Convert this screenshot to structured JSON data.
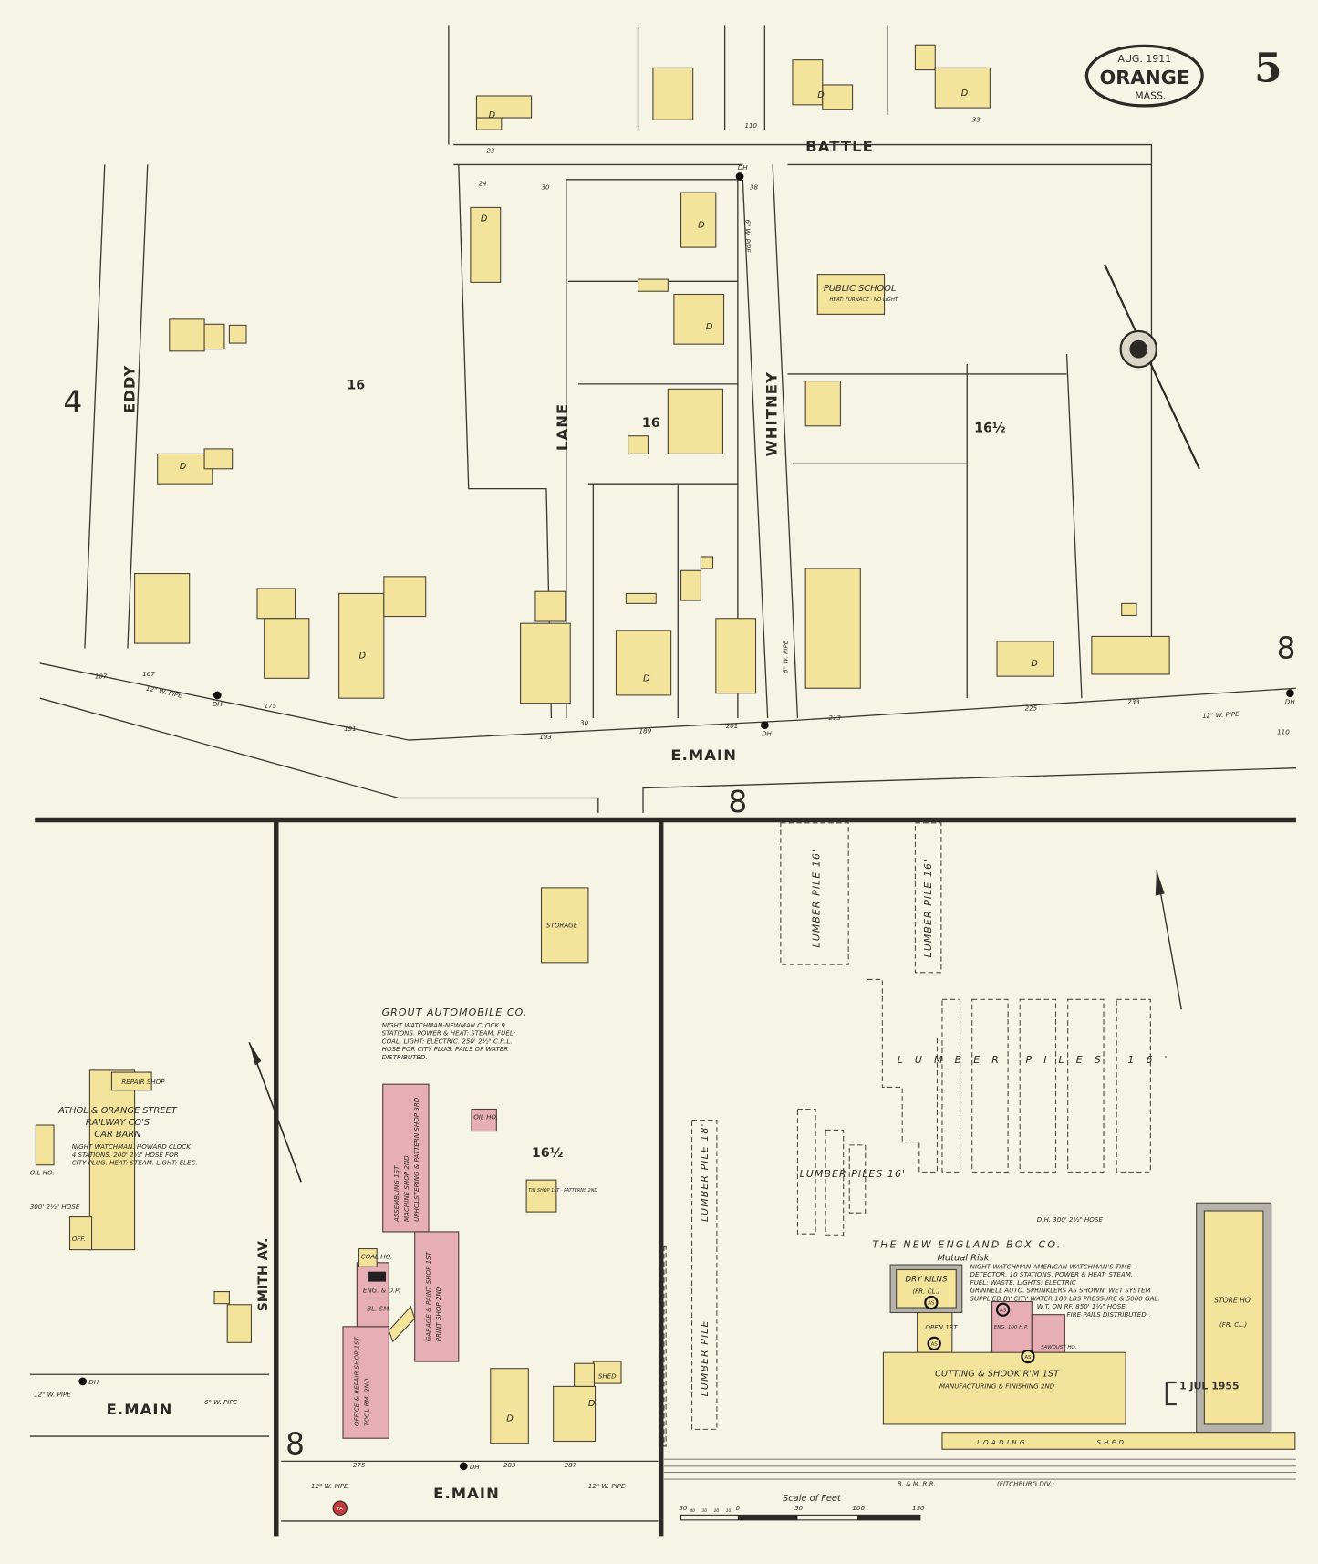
{
  "title_block": {
    "date": "AUG. 1911",
    "town": "ORANGE",
    "state": "MASS."
  },
  "sheet_number": "5",
  "adjoining_sheets": {
    "left": "4",
    "right": "8",
    "top_bottom_divider": "8",
    "bottom_left": "8"
  },
  "streets": {
    "battle": "BATTLE",
    "eddy": "EDDY",
    "lane": "LANE",
    "whitney": "WHITNEY",
    "e_main_top": "E.MAIN",
    "e_main_bottom_left": "E.MAIN",
    "e_main_bottom_center": "E.MAIN",
    "smith_av": "SMITH AV."
  },
  "block_numbers": [
    "16",
    "16",
    "16½",
    "16½"
  ],
  "house_numbers": [
    "23",
    "24",
    "30",
    "110",
    "33",
    "38",
    "107",
    "167",
    "175",
    "191",
    "193",
    "30",
    "189",
    "201",
    "213",
    "225",
    "233",
    "110",
    "275",
    "283",
    "287"
  ],
  "pipes": [
    "12\" W. PIPE",
    "6\" W. PIPE",
    "6\" W. PIPE",
    "12\" W. PIPE",
    "12\" W. PIPE",
    "6\" W. PIPE",
    "12\" W. PIPE",
    "12\" W. PIPE"
  ],
  "hydrant_label": "DH",
  "public_school": {
    "name": "PUBLIC SCHOOL",
    "note": "HEAT: FURNACE · NO LIGHT"
  },
  "dwelling_label": "D",
  "grout": {
    "name": "GROUT AUTOMOBILE CO.",
    "notes": [
      "NIGHT WATCHMAN-NEWMAN CLOCK 9",
      "STATIONS. POWER & HEAT: STEAM. FUEL:",
      "COAL. LIGHT: ELECTRIC. 250' 2½\" C.R.L.",
      "HOSE FOR CITY PLUG. PAILS OF WATER",
      "DISTRIBUTED."
    ],
    "buildings": {
      "assembling": [
        "ASSEMBLING 1ST",
        "MACHINE SHOP 2ND",
        "UPHOLSTERING & PATTERN SHOP 3RD"
      ],
      "garage": [
        "GARAGE & PAINT SHOP 1ST",
        "PRINT SHOP 2ND"
      ],
      "office": [
        "OFFICE & REPAIR SHOP 1ST",
        "TOOL RM. 2ND"
      ],
      "coal": "COAL HO.",
      "engine": "ENG. & D.P.",
      "blacksmith": "BL. SM.",
      "oil": "OIL HO.",
      "tin": "TIN SHOP 1ST · PATTERNS 2ND",
      "storage": "STORAGE",
      "shed": "SHED"
    }
  },
  "car_barn": {
    "name": [
      "ATHOL & ORANGE STREET",
      "RAILWAY CO'S",
      "CAR BARN"
    ],
    "notes": [
      "NIGHT WATCHMAN. HOWARD CLOCK",
      "4 STATIONS. 200' 2½\" HOSE FOR",
      "CITY PLUG. HEAT: STEAM. LIGHT: ELEC."
    ],
    "oil_house": "OIL HO.",
    "office": "OFF.",
    "repair": "REPAIR SHOP",
    "hose": "300' 2½\" HOSE"
  },
  "box_co": {
    "name": "THE NEW ENGLAND BOX CO.",
    "risk": "Mutual Risk",
    "notes": [
      "NIGHT WATCHMAN AMERICAN WATCHMAN'S TIME -",
      "DETECTOR. 10 STATIONS. POWER & HEAT: STEAM.",
      "FUEL: WASTE. LIGHTS: ELECTRIC",
      "GRINNELL AUTO. SPRINKLERS AS SHOWN. WET SYSTEM",
      "SUPPLIED BY CITY WATER 180 LBS PRESSURE & 5000 GAL.",
      "W.T. ON RF. 850' 1½\" HOSE.",
      "FIRE PAILS DISTRIBUTED."
    ],
    "dry_kilns": [
      "DRY KILNS",
      "(FR. CL.)"
    ],
    "cutting": [
      "CUTTING & SHOOK R'M 1ST",
      "MANUFACTURING & FINISHING 2ND"
    ],
    "store_ho": [
      "STORE HO.",
      "(FR. CL.)"
    ],
    "loading_shed": [
      "LOADING",
      "SHED"
    ],
    "engine": "ENG. 100 H.P.",
    "sawdust": "SAWDUST HO.",
    "open": "OPEN 1ST",
    "dh_hose": "D.H. 300' 2½\" HOSE",
    "sprinkler_mark": "AS"
  },
  "lumber_labels": [
    "LUMBER PILE 16'",
    "LUMBER PILE 16'",
    "LUMBER PILES 16'",
    "LUMBER PILES 16'",
    "LUMBER PILE 18'",
    "LUMBER PILE"
  ],
  "railroad": {
    "name": "B. & M. R.R.",
    "division": "(FITCHBURG DIV.)"
  },
  "scale": {
    "title": "Scale of Feet",
    "ticks": [
      "50",
      "40",
      "30",
      "20",
      "10",
      "0",
      "50",
      "100",
      "150"
    ]
  },
  "stamp": "1 JUL 1955",
  "fire_alarm": "FA"
}
